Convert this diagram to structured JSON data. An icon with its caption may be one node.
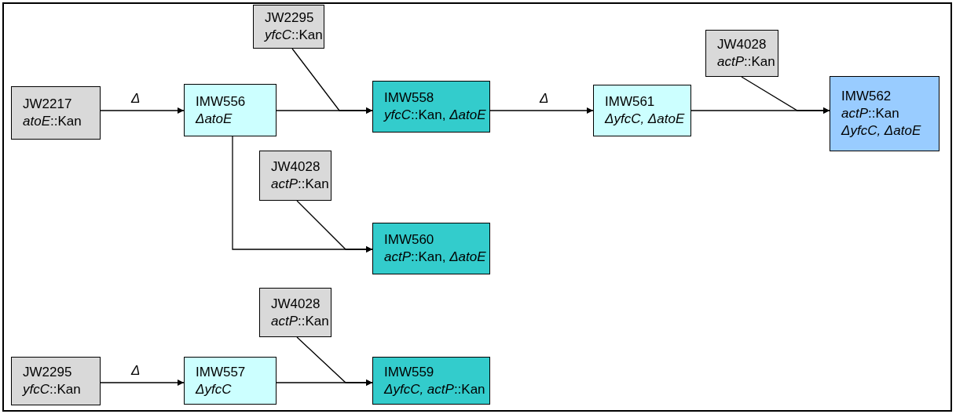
{
  "diagram": {
    "nodes": [
      {
        "text": [
          "JW2217",
          "*atoE*::Kan"
        ]
      },
      {
        "text": [
          "IMW556",
          "ΔatoE"
        ]
      },
      {
        "text": [
          "JW2295",
          "*yfcC*::Kan"
        ]
      },
      {
        "text": [
          "IMW558",
          "*yfcC*::Kan, *ΔatoE*"
        ]
      },
      {
        "text": [
          "IMW561",
          "ΔyfcC, ΔatoE"
        ]
      },
      {
        "text": [
          "JW4028",
          "*actP*::Kan"
        ]
      },
      {
        "text": [
          "IMW562",
          "*actP*::Kan",
          "ΔyfcC, ΔatoE"
        ]
      },
      {
        "text": [
          "JW4028",
          "*actP*::Kan"
        ]
      },
      {
        "text": [
          "IMW560",
          "*actP*::Kan, *ΔatoE*"
        ]
      },
      {
        "text": [
          "JW2295",
          "*yfcC*::Kan"
        ]
      },
      {
        "text": [
          "IMW557",
          "ΔyfcC"
        ]
      },
      {
        "text": [
          "JW4028",
          "*actP*::Kan"
        ]
      },
      {
        "text": [
          "IMW559",
          "*ΔyfcC, actP*::Kan"
        ]
      }
    ],
    "edges": [
      {
        "from": 0,
        "to": 1,
        "arrow": "to",
        "label": "Δ"
      },
      {
        "from": 1,
        "to": 3,
        "arrow": "to"
      },
      {
        "from": 2,
        "to": 3,
        "arrow": "to"
      },
      {
        "from": 3,
        "to": 4,
        "arrow": "to",
        "label": "Δ"
      },
      {
        "from": 4,
        "to": 6,
        "arrow": "to"
      },
      {
        "from": 5,
        "to": 6,
        "arrow": "to"
      },
      {
        "from": 1,
        "to": 8,
        "arrow": "to"
      },
      {
        "from": 7,
        "to": 8,
        "arrow": "to"
      },
      {
        "from": 9,
        "to": 10,
        "arrow": "to",
        "label": "Δ"
      },
      {
        "from": 10,
        "to": 12,
        "arrow": "to"
      },
      {
        "from": 11,
        "to": 12,
        "arrow": "to"
      }
    ]
  }
}
